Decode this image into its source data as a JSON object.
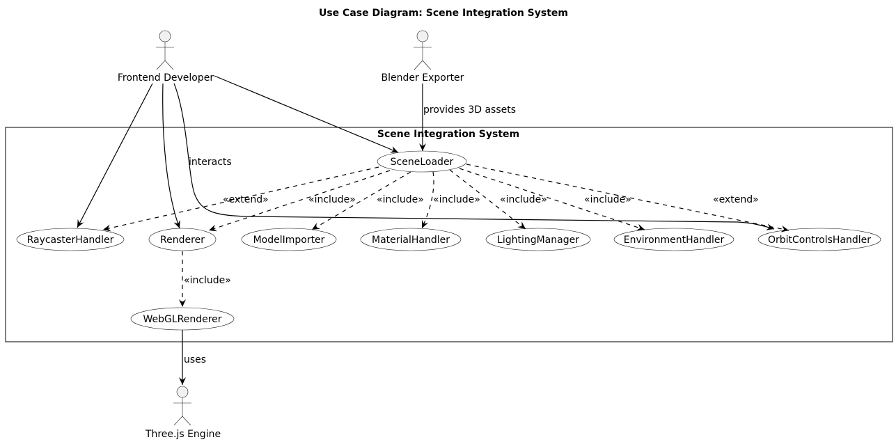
{
  "title": "Use Case Diagram: Scene Integration System",
  "system": {
    "name": "Scene Integration System"
  },
  "actors": {
    "frontend_developer": "Frontend Developer",
    "blender_exporter": "Blender Exporter",
    "threejs_engine": "Three.js Engine"
  },
  "usecases": {
    "scene_loader": "SceneLoader",
    "raycaster_handler": "RaycasterHandler",
    "renderer": "Renderer",
    "model_importer": "ModelImporter",
    "material_handler": "MaterialHandler",
    "lighting_manager": "LightingManager",
    "environment_handler": "EnvironmentHandler",
    "orbit_controls_handler": "OrbitControlsHandler",
    "webgl_renderer": "WebGLRenderer"
  },
  "labels": {
    "provides": "provides 3D assets",
    "interacts": "interacts",
    "extend_raycaster": "«extend»",
    "include_renderer": "«include»",
    "include_model": "«include»",
    "include_material": "«include»",
    "include_lighting": "«include»",
    "include_environment": "«include»",
    "extend_orbit": "«extend»",
    "include_webgl": "«include»",
    "uses": "uses"
  }
}
